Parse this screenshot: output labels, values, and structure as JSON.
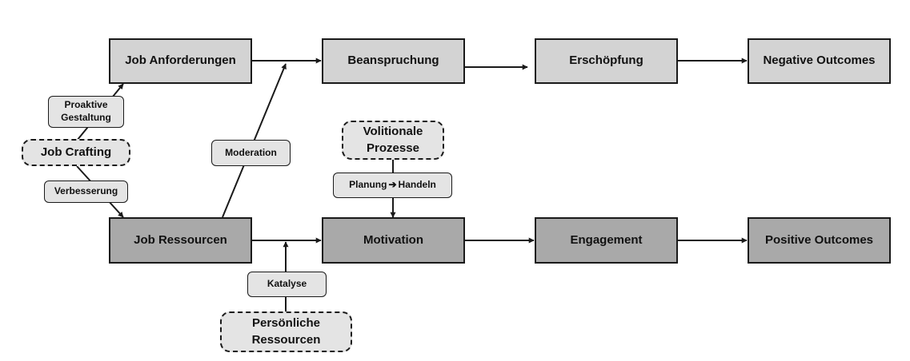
{
  "nodes": {
    "job_anforderungen": "Job Anforderungen",
    "beanspruchung": "Beanspruchung",
    "erschoepfung": "Erschöpfung",
    "negative_outcomes": "Negative Outcomes",
    "job_ressourcen": "Job Ressourcen",
    "motivation": "Motivation",
    "engagement": "Engagement",
    "positive_outcomes": "Positive Outcomes"
  },
  "dashed_nodes": {
    "job_crafting": "Job Crafting",
    "volitionale_prozesse": "Volitionale\nProzesse",
    "persoenliche_ressourcen": "Persönliche\nRessourcen"
  },
  "labels": {
    "proaktive_gestaltung": "Proaktive\nGestaltung",
    "verbesserung": "Verbesserung",
    "moderation": "Moderation",
    "planung": "Planung",
    "handeln": "Handeln",
    "katalyse": "Katalyse"
  },
  "icons": {
    "planung_arrow": "➔"
  },
  "colors": {
    "light_box": "#d3d3d3",
    "dark_box": "#a9a9a9",
    "dashed_fill": "#e4e4e4",
    "stroke": "#1a1a1a"
  }
}
